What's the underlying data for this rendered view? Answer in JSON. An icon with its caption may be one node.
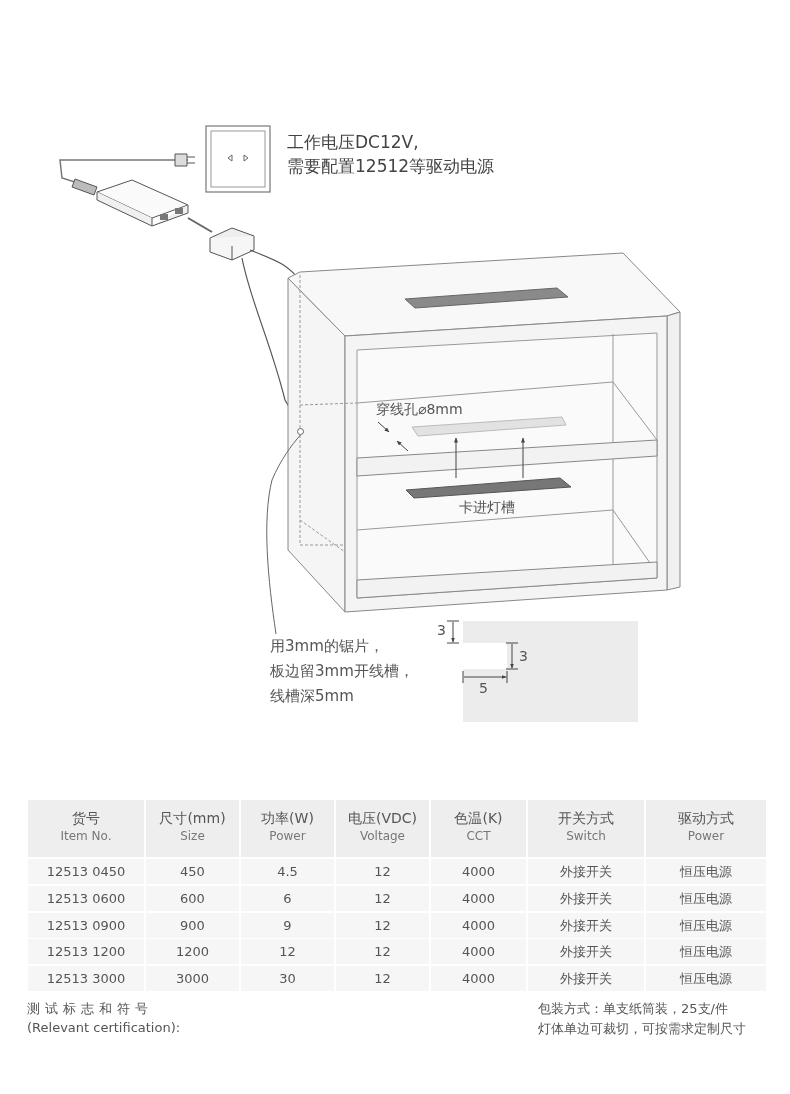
{
  "diagram": {
    "nodes": [
      {
        "text": [
          "用3mm的锯片，板边留3mm开线槽，线槽深5mm"
        ]
      },
      {
        "text": [],
        "shape": "circle"
      }
    ],
    "edges": [
      {
        "from": 0,
        "to": 1,
        "arrow": "none"
      }
    ],
    "labels": [
      "工作电压DC12V, 需要配置12512等驱动电源",
      "穿线孔⌀8mm",
      "卡进灯槽",
      "3",
      "3",
      "5",
      "货号",
      "尺寸(mm)",
      "功率(W)",
      "电压(VDC)",
      "色温(K)",
      "开关方式",
      "驱动方式",
      "Item No.",
      "Size",
      "Power",
      "Voltage",
      "CCT",
      "Switch",
      "Power",
      "12513 0450",
      "450",
      "4.5",
      "12",
      "4000",
      "外接开关",
      "恒压电源",
      "12513 0600",
      "600",
      "6",
      "12",
      "4000",
      "外接开关",
      "恒压电源",
      "12513 0900",
      "900",
      "9",
      "12",
      "4000",
      "外接开关",
      "恒压电源",
      "12513 1200",
      "1200",
      "12",
      "12",
      "4000",
      "外接开关",
      "恒压电源",
      "12513 3000",
      "3000",
      "30",
      "12",
      "4000",
      "外接开关",
      "恒压电源",
      "测试标志和符号",
      "(Relevant certification):",
      "包装方式：单支纸筒装，25支/件",
      "灯体单边可裁切，可按需求定制尺寸"
    ]
  }
}
